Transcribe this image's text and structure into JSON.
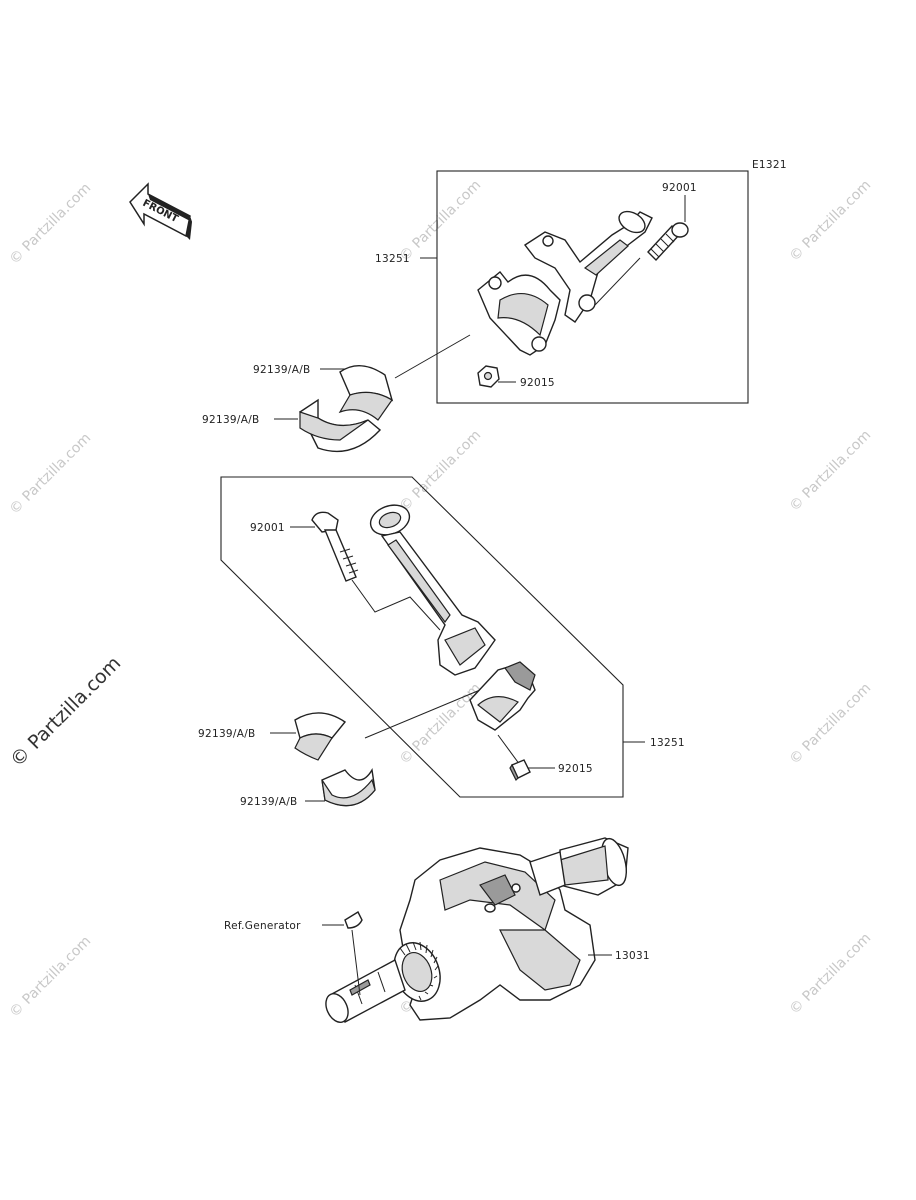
{
  "diagram_code": "E1321",
  "front_badge": "FRONT",
  "labels": {
    "upper_rod_assembly": "13251",
    "upper_bolt": "92001",
    "upper_nut": "92015",
    "upper_bearing_a": "92139/A/B",
    "upper_bearing_b": "92139/A/B",
    "lower_bolt": "92001",
    "lower_rod_assembly": "13251",
    "lower_nut": "92015",
    "lower_bearing_a": "92139/A/B",
    "lower_bearing_b": "92139/A/B",
    "ref_generator": "Ref.Generator",
    "crankshaft": "13031"
  },
  "watermark": "© Partzilla.com"
}
